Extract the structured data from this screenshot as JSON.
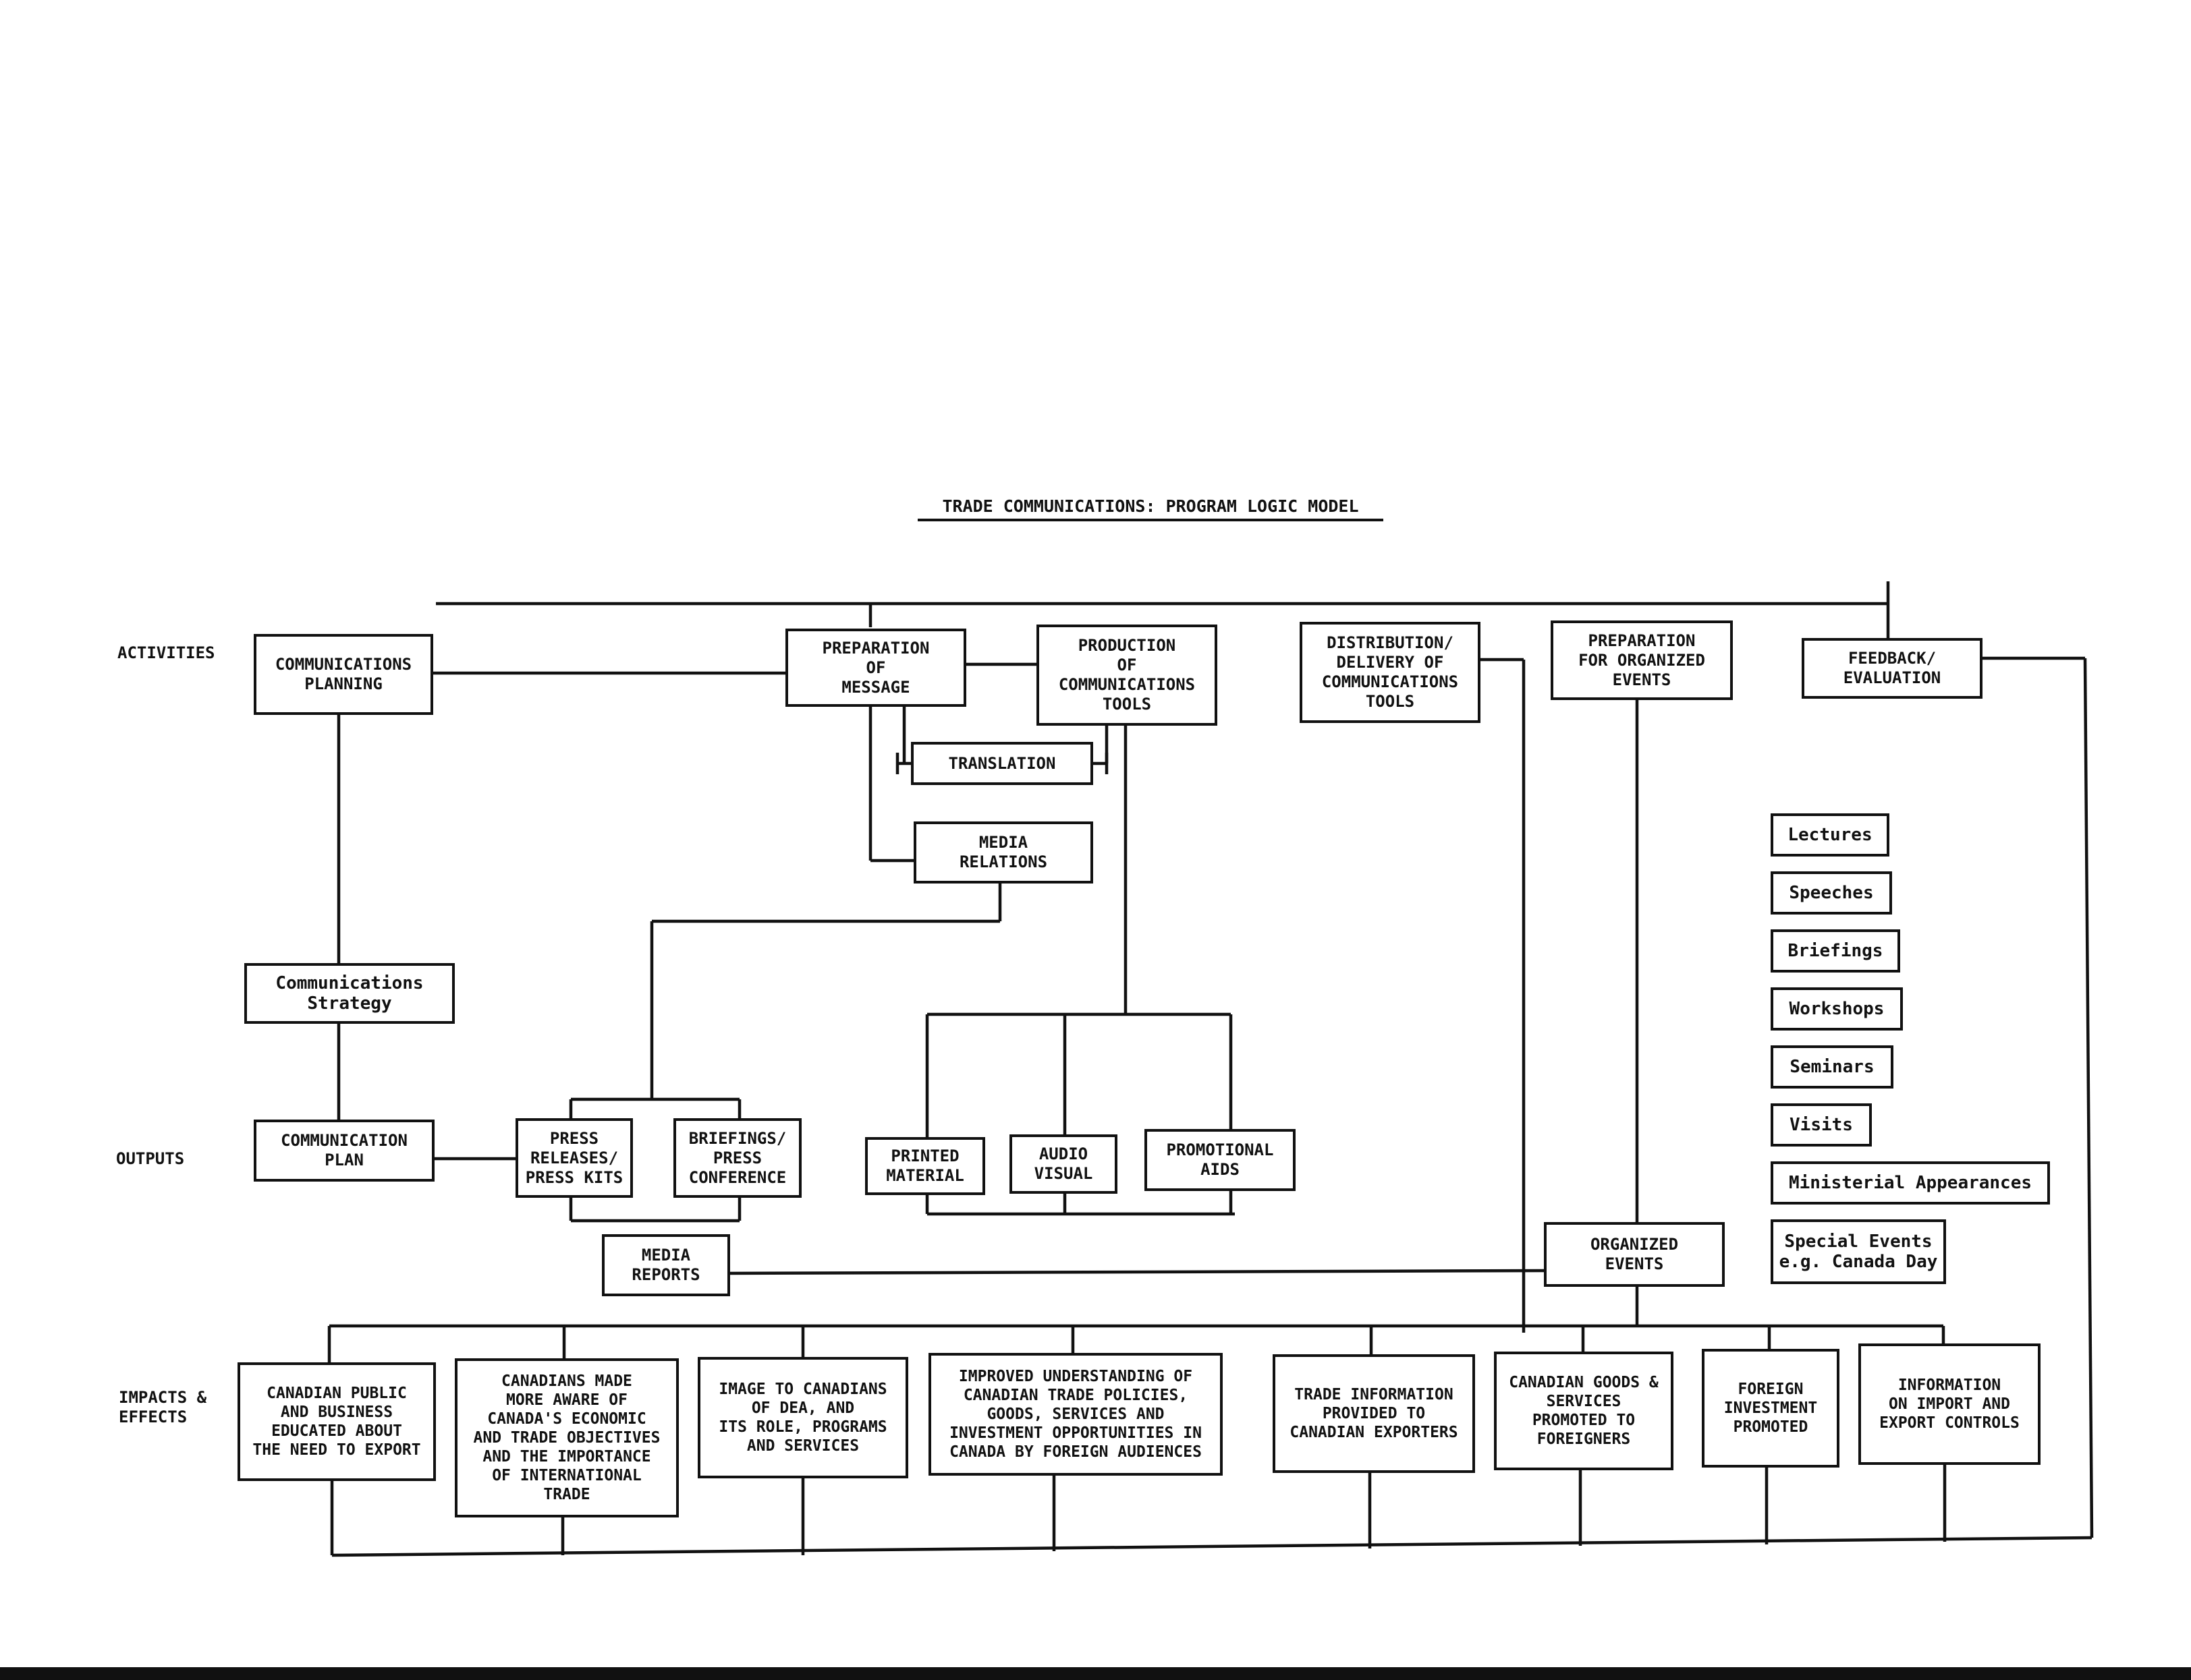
{
  "title": "TRADE COMMUNICATIONS: PROGRAM LOGIC MODEL",
  "row_labels": {
    "activities": "ACTIVITIES",
    "outputs": "OUTPUTS",
    "impacts": "IMPACTS &\nEFFECTS"
  },
  "activities": {
    "communications_planning": "COMMUNICATIONS\nPLANNING",
    "preparation_of_message": "PREPARATION\nOF\nMESSAGE",
    "production_of_tools": "PRODUCTION\nOF\nCOMMUNICATIONS\nTOOLS",
    "distribution_delivery": "DISTRIBUTION/\nDELIVERY OF\nCOMMUNICATIONS\nTOOLS",
    "preparation_events": "PREPARATION\nFOR ORGANIZED\nEVENTS",
    "feedback_evaluation": "FEEDBACK/\nEVALUATION",
    "translation": "TRANSLATION",
    "media_relations": "MEDIA\nRELATIONS",
    "communications_strategy": "Communications\nStrategy"
  },
  "outputs": {
    "communication_plan": "COMMUNICATION\nPLAN",
    "press_releases": "PRESS\nRELEASES/\nPRESS KITS",
    "briefings_press": "BRIEFINGS/\nPRESS\nCONFERENCE",
    "media_reports": "MEDIA\nREPORTS",
    "printed_material": "PRINTED\nMATERIAL",
    "audio_visual": "AUDIO\nVISUAL",
    "promotional_aids": "PROMOTIONAL\nAIDS",
    "organized_events": "ORGANIZED\nEVENTS"
  },
  "event_types": [
    "Lectures",
    "Speeches",
    "Briefings",
    "Workshops",
    "Seminars",
    "Visits",
    "Ministerial Appearances",
    "Special Events\ne.g. Canada Day"
  ],
  "impacts": [
    "CANADIAN PUBLIC\nAND BUSINESS\nEDUCATED ABOUT\nTHE NEED TO EXPORT",
    "CANADIANS MADE\nMORE AWARE OF\nCANADA'S ECONOMIC\nAND TRADE OBJECTIVES\nAND THE IMPORTANCE\nOF INTERNATIONAL\nTRADE",
    "IMAGE TO CANADIANS\nOF DEA, AND\nITS ROLE, PROGRAMS\nAND SERVICES",
    "IMPROVED UNDERSTANDING OF\nCANADIAN TRADE POLICIES,\nGOODS, SERVICES AND\nINVESTMENT OPPORTUNITIES IN\nCANADA BY FOREIGN AUDIENCES",
    "TRADE INFORMATION\nPROVIDED TO\nCANADIAN EXPORTERS",
    "CANADIAN GOODS &\nSERVICES\nPROMOTED TO\nFOREIGNERS",
    "FOREIGN\nINVESTMENT\nPROMOTED",
    "INFORMATION\nON IMPORT AND\nEXPORT CONTROLS"
  ]
}
